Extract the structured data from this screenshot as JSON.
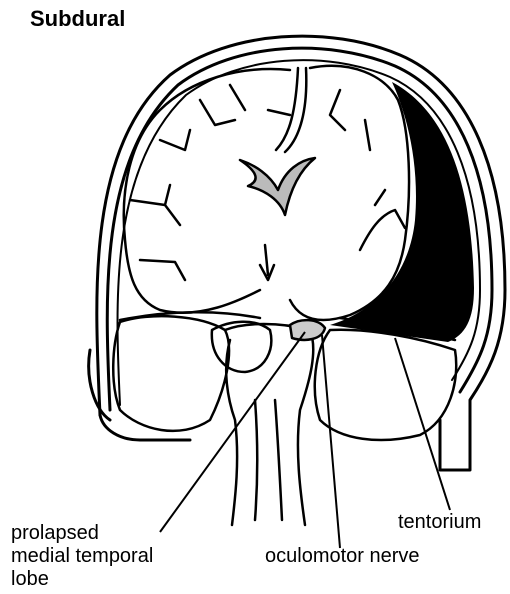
{
  "title": "Subdural",
  "labels": {
    "prolapsed_line1": "prolapsed",
    "prolapsed_line2": "medial temporal",
    "prolapsed_line3": "lobe",
    "tentorium": "tentorium",
    "oculomotor": "oculomotor nerve"
  }
}
